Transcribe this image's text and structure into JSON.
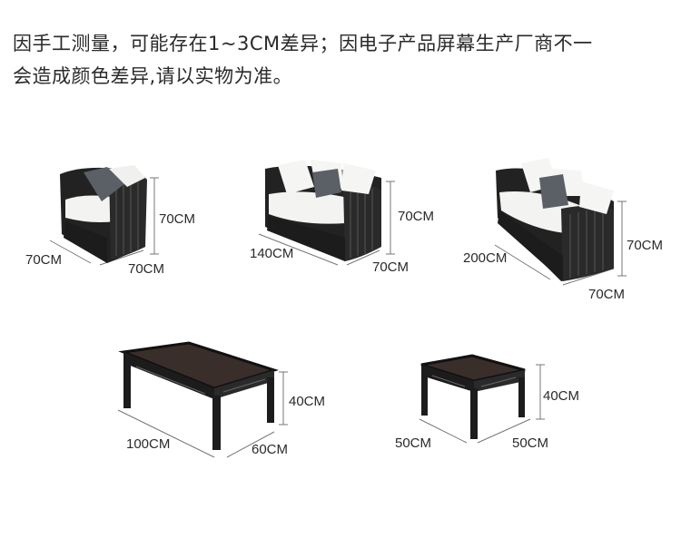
{
  "notice": {
    "line1": "因手工测量，可能存在1~3CM差异；因电子产品屏幕生产厂商不一",
    "line2": "会造成颜色差异,请以实物为准。"
  },
  "products": [
    {
      "name": "single-sofa",
      "depth": "70CM",
      "width": "70CM",
      "height": "70CM"
    },
    {
      "name": "double-sofa",
      "length": "140CM",
      "depth": "70CM",
      "height": "70CM"
    },
    {
      "name": "triple-sofa",
      "length": "200CM",
      "depth": "70CM",
      "height": "70CM"
    },
    {
      "name": "large-coffee-table",
      "length": "100CM",
      "depth": "60CM",
      "height": "40CM"
    },
    {
      "name": "small-coffee-table",
      "length": "50CM",
      "depth": "50CM",
      "height": "40CM"
    }
  ],
  "colors": {
    "frame": "#1c1c1c",
    "cushion": "#f4f4f2",
    "pillow": "#5b5f66",
    "tabletop": "#3a2e2b"
  }
}
